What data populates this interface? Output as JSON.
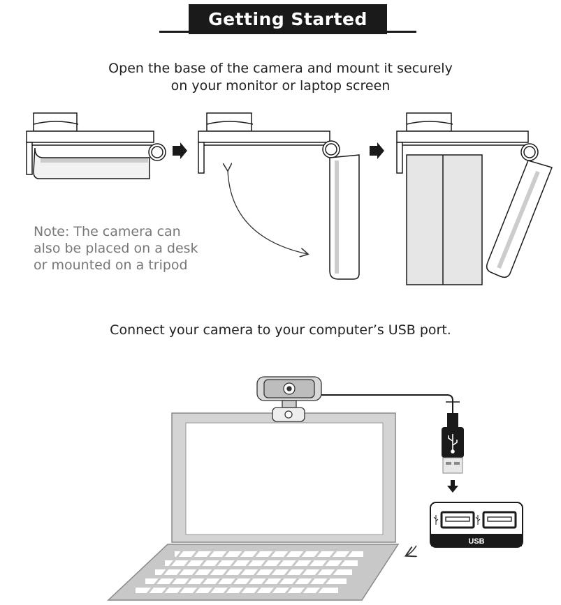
{
  "header": {
    "title": "Getting Started"
  },
  "step1": {
    "instruction_line1": "Open the base of the camera and mount it securely",
    "instruction_line2": "on your monitor or laptop screen",
    "note_line1": "Note: The camera can",
    "note_line2": "also be placed on a desk",
    "note_line3": "or mounted on a tripod"
  },
  "step2": {
    "instruction": "Connect your camera to your computer’s USB port.",
    "port_label": "USB"
  },
  "icons": [
    "arrow-right-icon",
    "curved-arrow-icon",
    "usb-symbol-icon",
    "arrow-down-icon"
  ],
  "colors": {
    "ink": "#1a1a1a",
    "note_text": "#777777",
    "screen_gray": "#e6e6e6"
  }
}
